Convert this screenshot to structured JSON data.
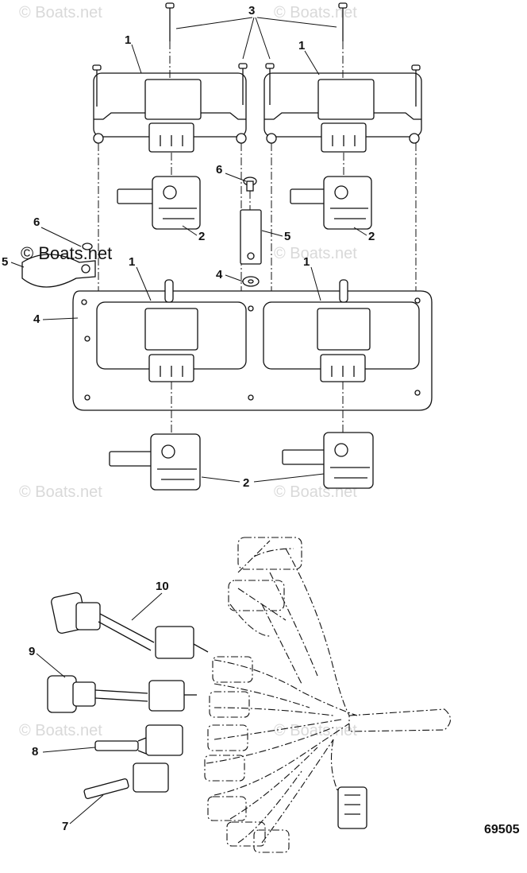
{
  "watermarks": [
    "© Boats.net",
    "© Boats.net",
    "© Boats.net",
    "© Boats.net",
    "© Boats.net",
    "© Boats.net",
    "© Boats.net",
    "© Boats.net"
  ],
  "watermark_dark": "© Boats.net",
  "callouts": {
    "c1a": "1",
    "c1b": "1",
    "c1c": "1",
    "c1d": "1",
    "c2a": "2",
    "c2b": "2",
    "c2c": "2",
    "c3": "3",
    "c4a": "4",
    "c4b": "4",
    "c5a": "5",
    "c5b": "5",
    "c6a": "6",
    "c6b": "6",
    "c7": "7",
    "c8": "8",
    "c9": "9",
    "c10": "10"
  },
  "part_number": "69505"
}
